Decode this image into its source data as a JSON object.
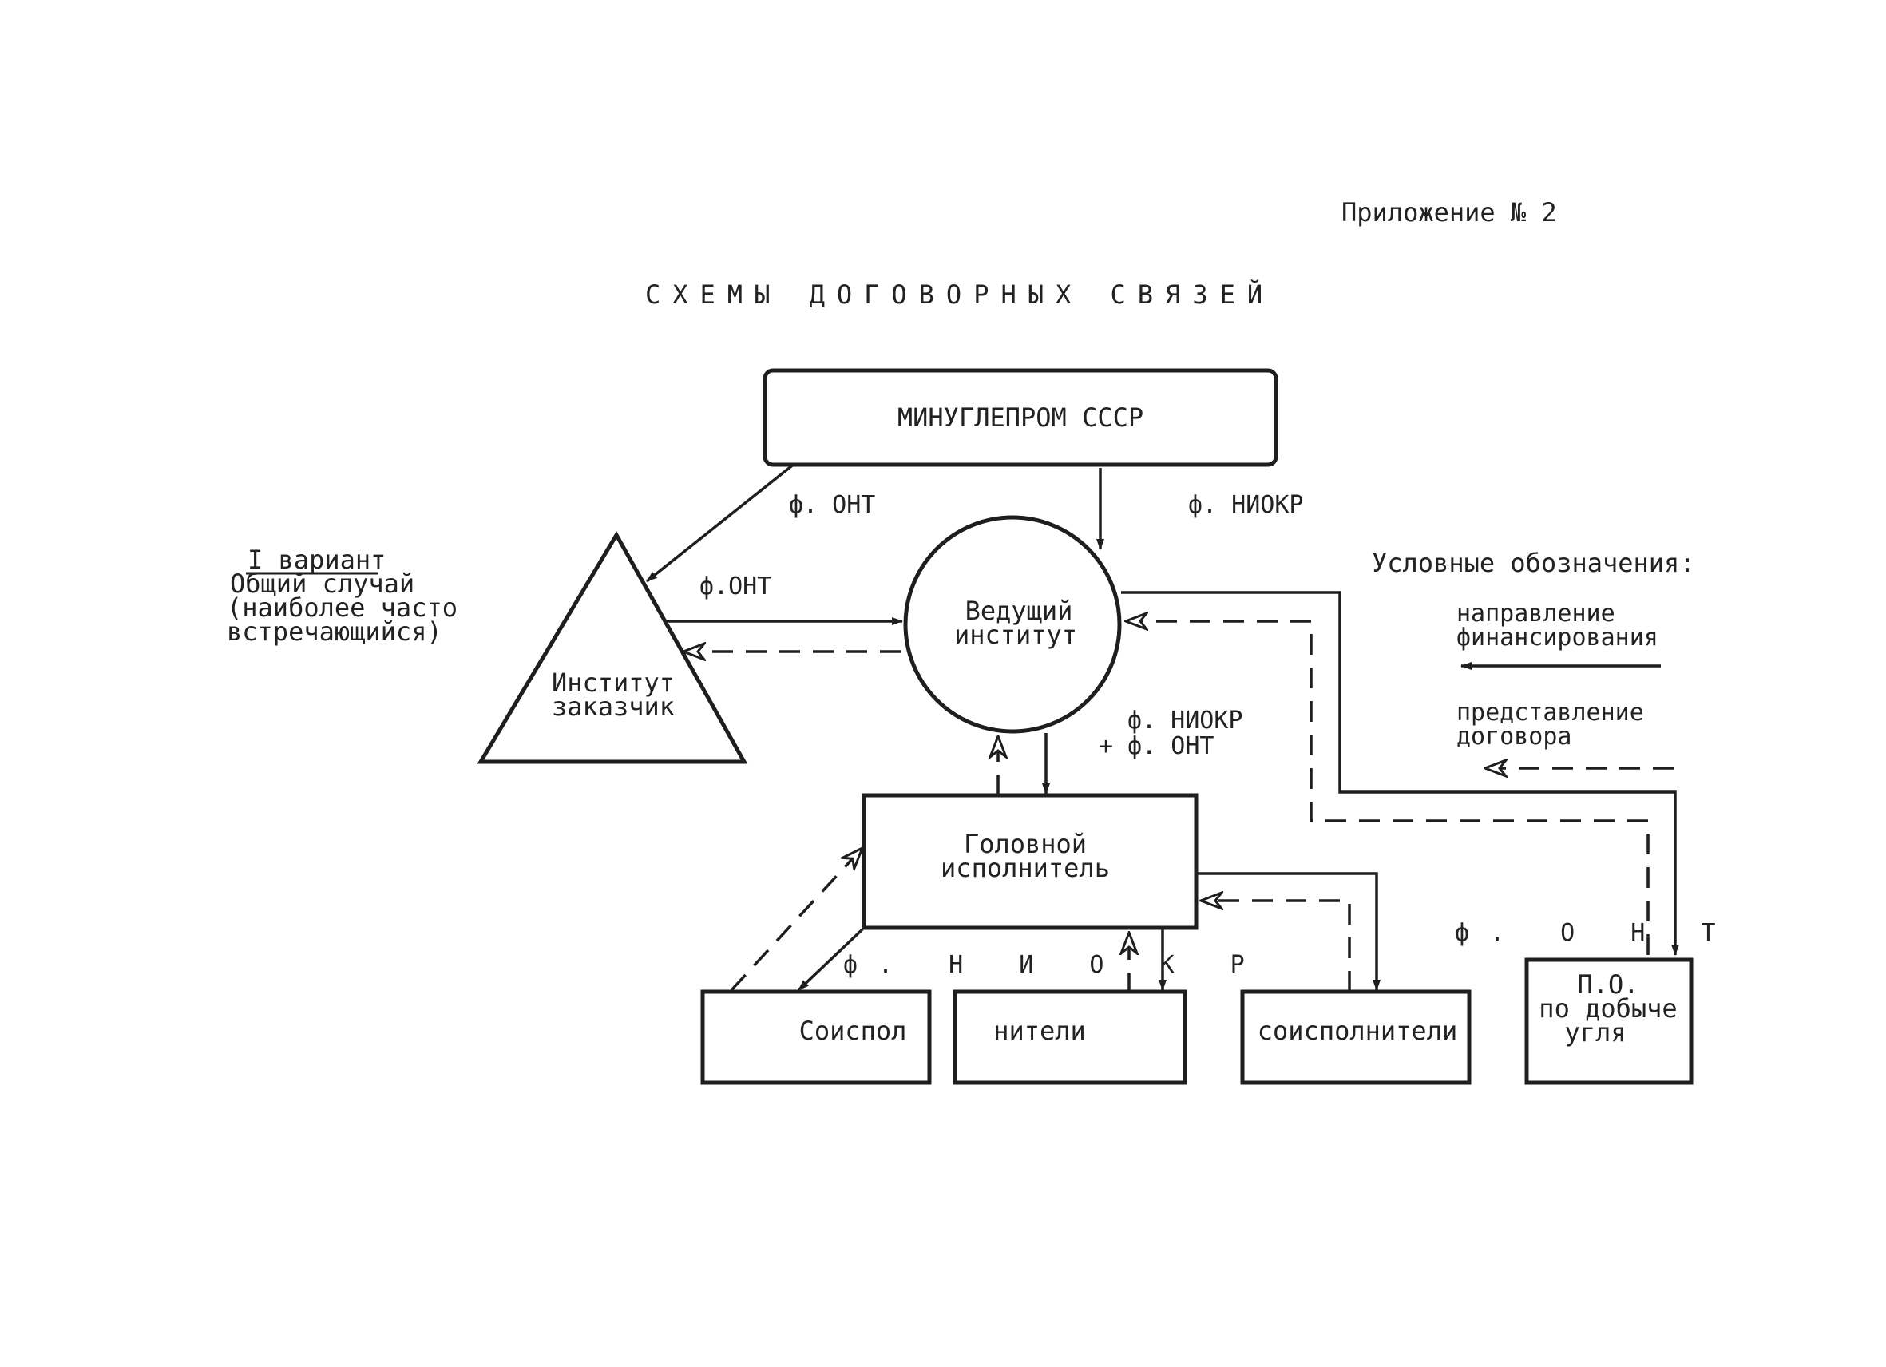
{
  "header": {
    "appendix": "Приложение № 2",
    "title": "СХЕМЫ ДОГОВОРНЫХ СВЯЗЕЙ"
  },
  "variant": {
    "label": "I вариант",
    "line1": "Общий случай",
    "line2": "(наиболее часто",
    "line3": "встречающийся)"
  },
  "nodes": {
    "ministry": "МИНУГЛЕПРОМ СССР",
    "lead_line1": "Ведущий",
    "lead_line2": "институт",
    "customer_line1": "Институт",
    "customer_line2": "заказчик",
    "head_line1": "Головной",
    "head_line2": "исполнитель",
    "co1": "Соиспол",
    "co2": "нители",
    "co3": "соисполнители",
    "po_line1": "П.О.",
    "po_line2": "по добыче",
    "po_line3": "угля"
  },
  "flows": {
    "f_ont_1": "ф. ОНТ",
    "f_niokr_1": "ф. НИОКР",
    "f_ont_2": "ф.ОНТ",
    "f_niokr_2": "ф. НИОКР",
    "plus_f_ont": "+ ф. ОНТ",
    "f_niokr_spaced": "ф. Н И О К Р",
    "f_ont_spaced": "ф. О Н Т"
  },
  "legend": {
    "title": "Условные обозначения:",
    "finance_line1": "направление",
    "finance_line2": "финансирования",
    "contract_line1": "представление",
    "contract_line2": "договора"
  }
}
